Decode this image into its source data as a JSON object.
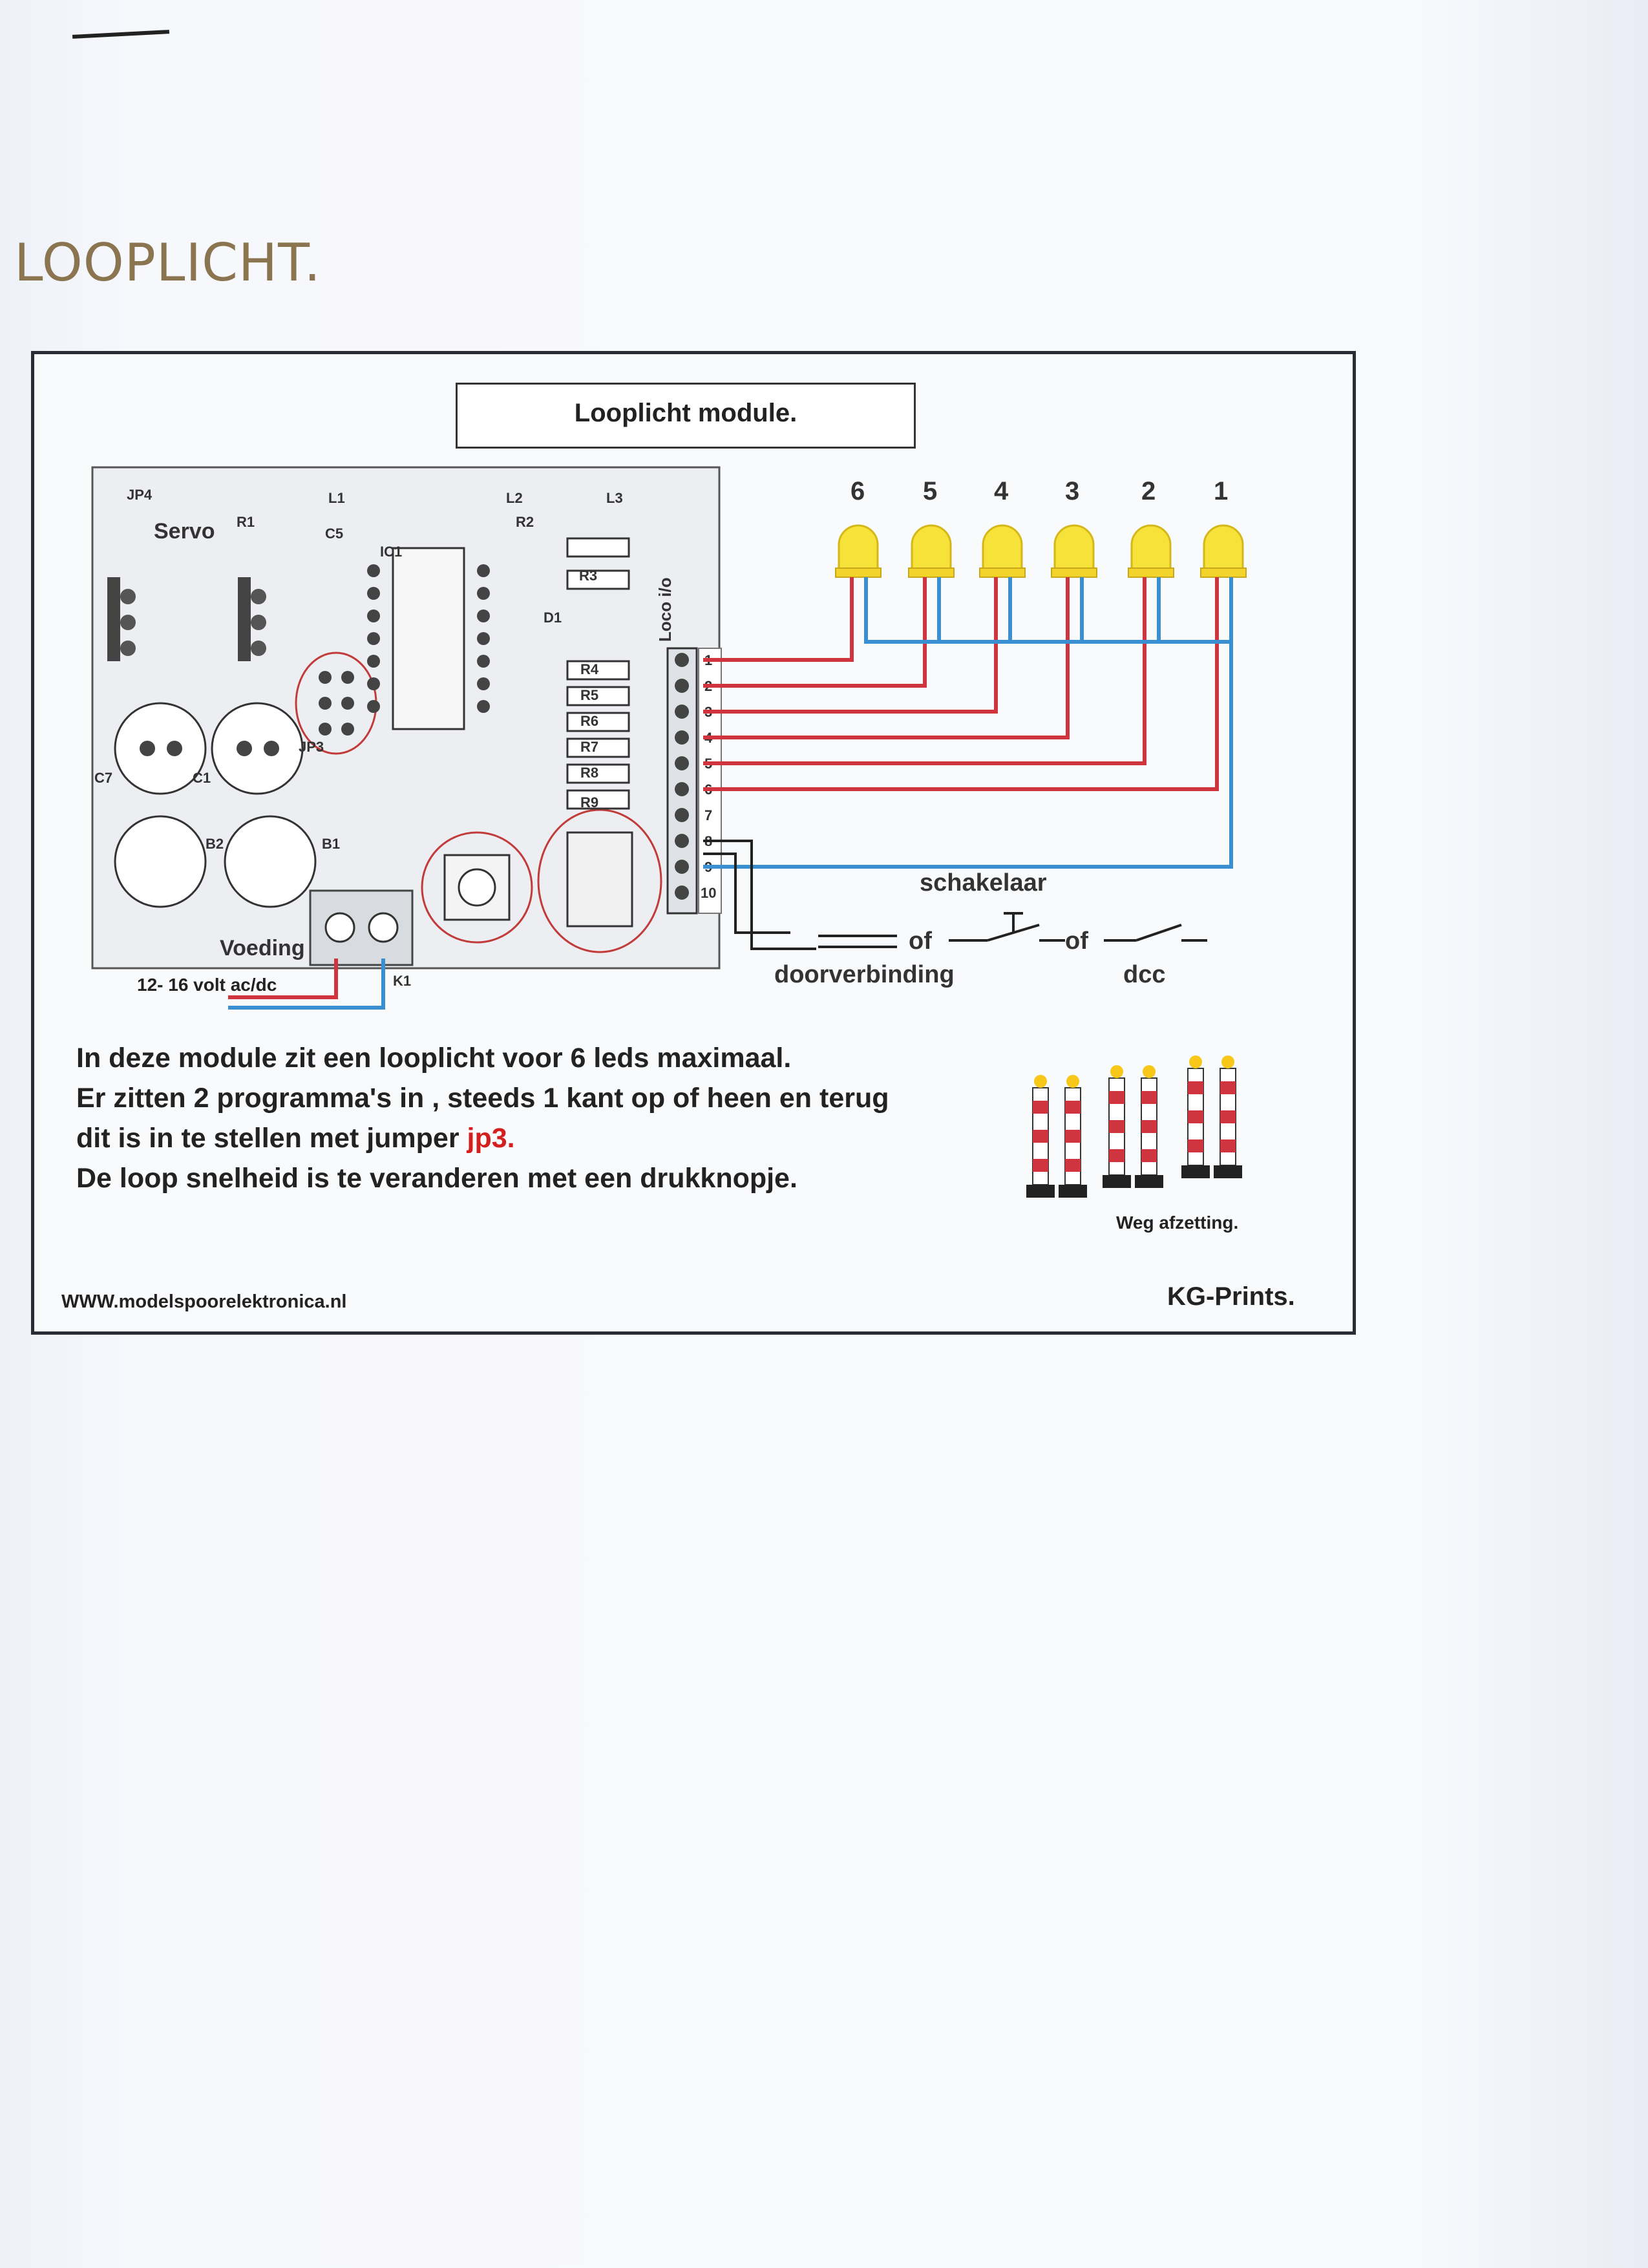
{
  "page": {
    "title": "LOOPLICHT.",
    "module_title": "Looplicht module.",
    "led_numbers": [
      "6",
      "5",
      "4",
      "3",
      "2",
      "1"
    ],
    "pin_numbers": [
      "1",
      "2",
      "3",
      "4",
      "5",
      "6",
      "7",
      "8",
      "9",
      "10"
    ],
    "connector_label": "Loco i/o",
    "board_labels": {
      "servo": "Servo",
      "voeding": "Voeding",
      "jp4": "JP4",
      "jp3": "JP3",
      "ic1": "IC1",
      "c1": "C1",
      "c5": "C5",
      "c7": "C7",
      "b1": "B1",
      "b2": "B2",
      "r1": "R1",
      "r2": "R2",
      "r3": "R3",
      "r4": "R4",
      "r5": "R5",
      "r6": "R6",
      "r7": "R7",
      "r8": "R8",
      "r9": "R9",
      "l1": "L1",
      "l2": "L2",
      "l3": "L3",
      "k1": "K1",
      "d1": "D1"
    },
    "switch_label": "schakelaar",
    "switch_or_1": "of",
    "switch_or_2": "of",
    "switch_option_1": "doorverbinding",
    "switch_option_2": "dcc",
    "voltage": "12- 16 volt ac/dc",
    "description": {
      "line1": "In deze module zit een looplicht voor 6 leds maximaal.",
      "line2": "Er zitten 2 programma's in , steeds 1 kant op of heen en terug",
      "line3_prefix": "dit is in te stellen met jumper ",
      "line3_highlight": "jp3.",
      "line4": "De loop snelheid is te veranderen met een drukknopje."
    },
    "barrier_caption": "Weg afzetting.",
    "website": "WWW.modelspoorelektronica.nl",
    "brand": "KG-Prints.",
    "colors": {
      "wire_red": "#d0343f",
      "wire_blue": "#3a8fd1",
      "led_yellow": "#f7e23a",
      "highlight_red": "#d41f1f",
      "title_brown": "#8b7450"
    }
  }
}
